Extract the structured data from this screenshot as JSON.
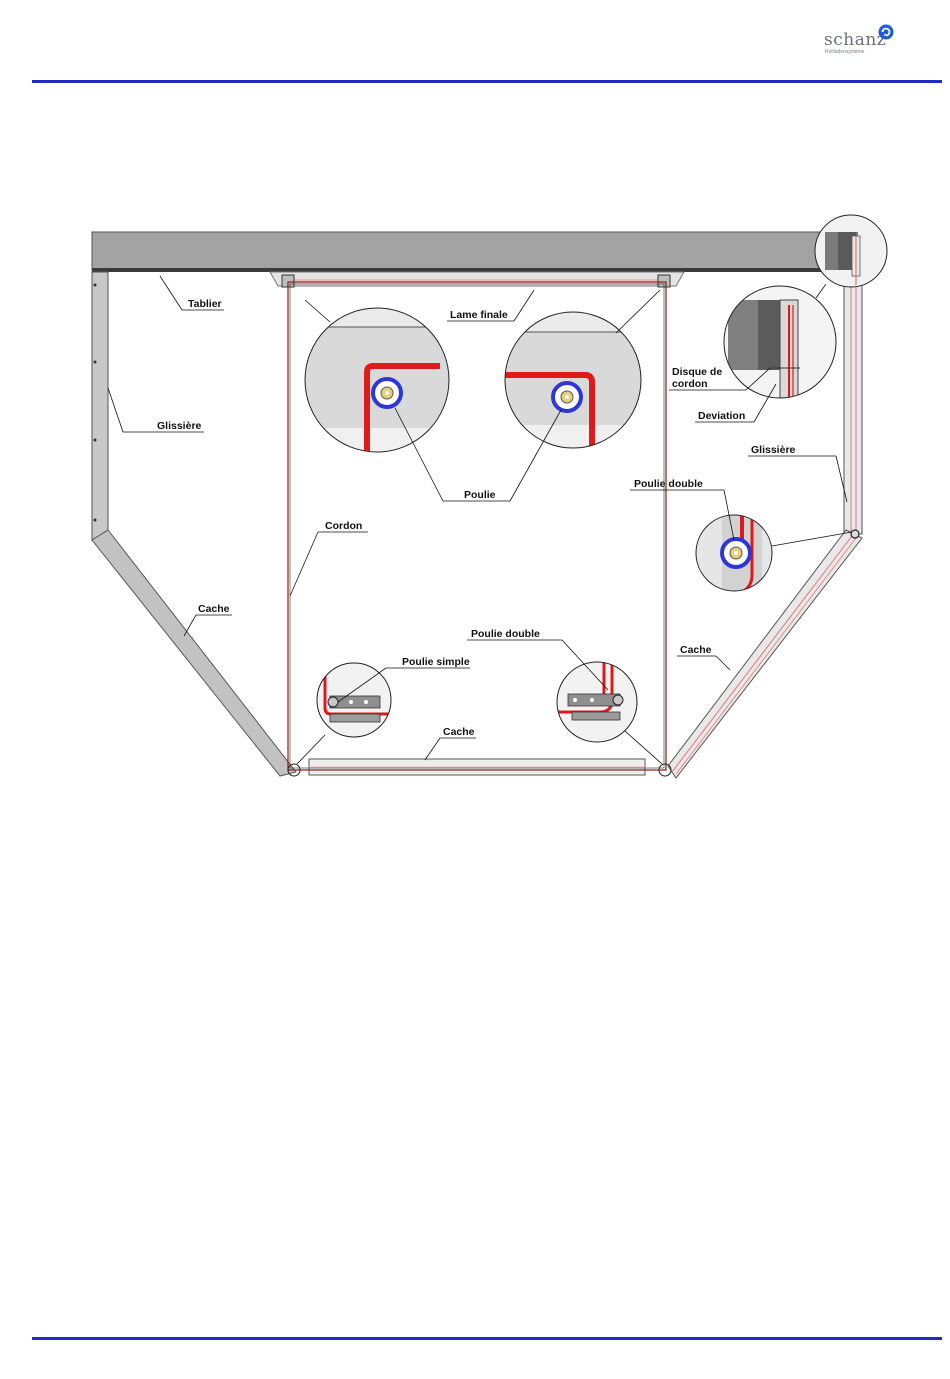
{
  "logo": {
    "word": "schanz",
    "sub": "Rollladensysteme",
    "mark": "rotation-arrow-icon"
  },
  "labels": {
    "tablier": "Tablier",
    "lame_finale": "Lame finale",
    "glissiere_left": "Glissière",
    "glissiere_right": "Glissière",
    "disque_line1": "Disque de",
    "disque_line2": "cordon",
    "deviation": "Deviation",
    "poulie": "Poulie",
    "poulie_double_right": "Poulie double",
    "cordon": "Cordon",
    "cache_left": "Cache",
    "cache_right": "Cache",
    "cache_bottom": "Cache",
    "poulie_double_bottom": "Poulie double",
    "poulie_simple": "Poulie simple"
  },
  "colors": {
    "rule": "#1f2bc4",
    "cord": "#e0191b",
    "pulley": "#2f36d6",
    "metal": "#a9a9a9",
    "box": "#9a9a9a"
  }
}
